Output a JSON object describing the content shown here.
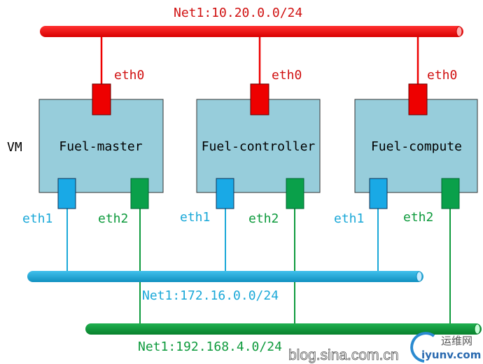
{
  "networks": {
    "red": {
      "label": "Net1:10.20.0.0/24",
      "color": "#ee0000"
    },
    "blue": {
      "label": "Net1:172.16.0.0/24",
      "color": "#1aa8d8"
    },
    "green": {
      "label": "Net1:192.168.4.0/24",
      "color": "#0d9a3c"
    }
  },
  "vm_label": "VM",
  "nodes": [
    {
      "name": "Fuel-master",
      "eth0": "eth0",
      "eth1": "eth1",
      "eth2": "eth2"
    },
    {
      "name": "Fuel-controller",
      "eth0": "eth0",
      "eth1": "eth1",
      "eth2": "eth2"
    },
    {
      "name": "Fuel-compute",
      "eth0": "eth0",
      "eth1": "eth1",
      "eth2": "eth2"
    }
  ],
  "colors": {
    "vm_fill": "#97cddb",
    "eth0": "#ee0000",
    "eth1": "#19a9e6",
    "eth2": "#0aa04a"
  },
  "watermark": {
    "text": "blog.sina.com.cn",
    "logo_cn": "运维网",
    "logo_en": "iyunv.com"
  }
}
